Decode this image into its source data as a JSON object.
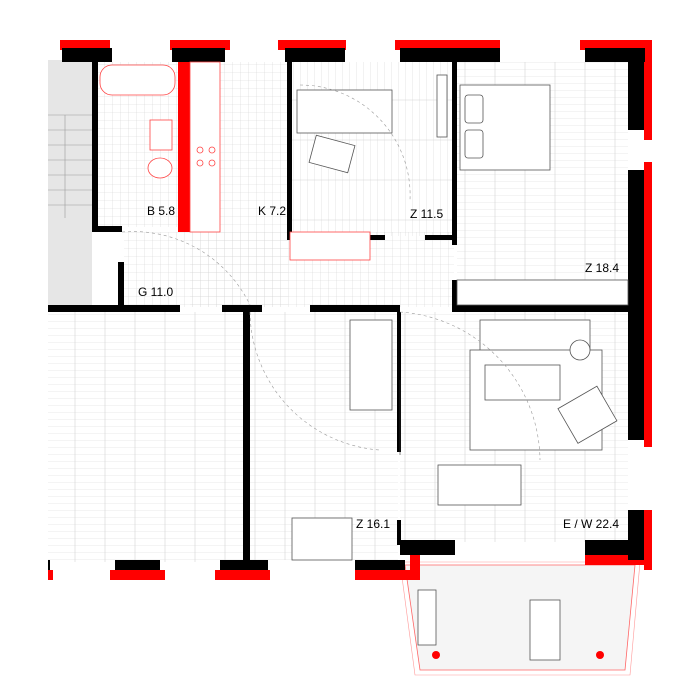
{
  "colors": {
    "wall": "#000000",
    "accent": "#ff0000",
    "stair": "#e6e6e6",
    "floor_line": "#cfcfcf"
  },
  "rooms": [
    {
      "id": "bath",
      "label": "B 5.8"
    },
    {
      "id": "kitchen",
      "label": "K 7.2"
    },
    {
      "id": "room-small",
      "label": "Z 11.5"
    },
    {
      "id": "bedroom",
      "label": "Z 18.4"
    },
    {
      "id": "hall",
      "label": "G 11.0"
    },
    {
      "id": "room-mid",
      "label": "Z 16.1"
    },
    {
      "id": "living-dining",
      "label": "E / W 22.4"
    }
  ]
}
